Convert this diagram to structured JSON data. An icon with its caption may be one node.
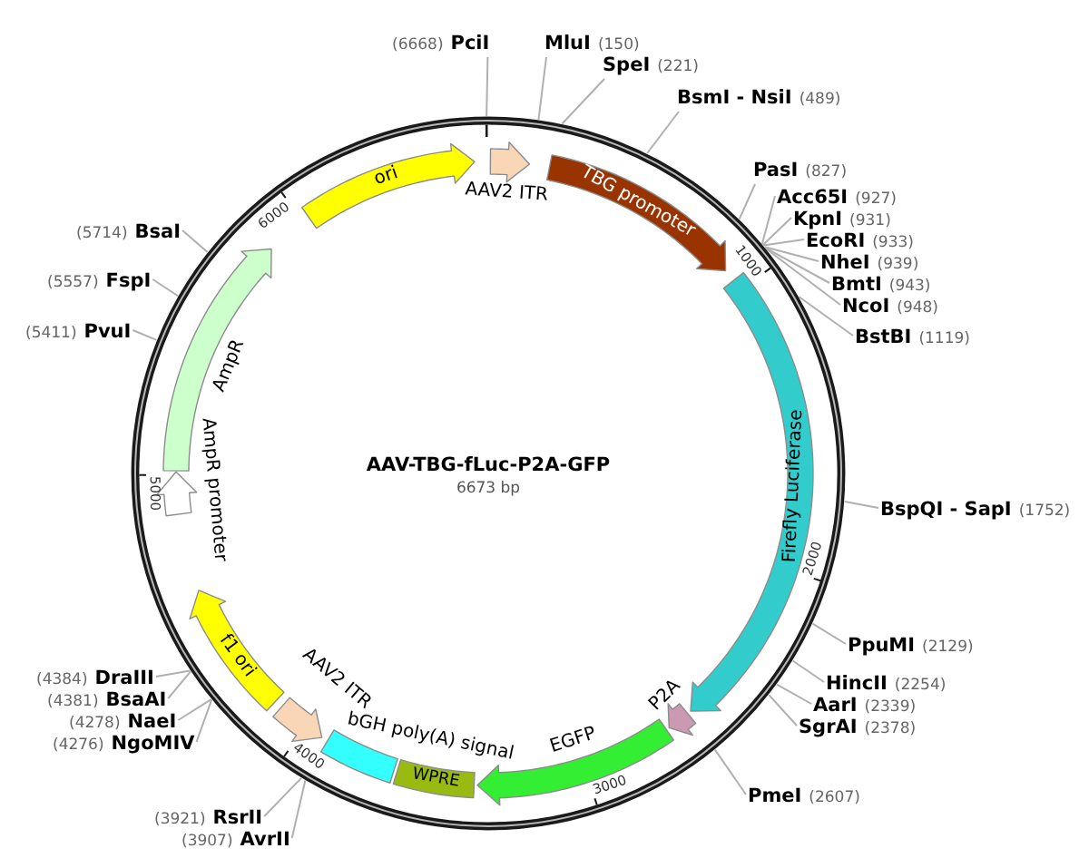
{
  "diagram": {
    "nodes": [
      {
        "text": [
          "AAV-TBG-fLuc-P2A-GFP",
          "6673 bp"
        ]
      },
      {
        "text": [],
        "shape": "arrow",
        "beside": [
          "AAV2 ITR"
        ],
        "in": 0
      },
      {
        "text": [
          "TBG promoter"
        ],
        "in": 0
      },
      {
        "text": [
          "Firefly Luciferase"
        ],
        "in": 0
      },
      {
        "text": [],
        "shape": "arrow",
        "beside": [
          "P2A"
        ],
        "in": 0
      },
      {
        "text": [],
        "shape": "arrow",
        "beside": [
          "EGFP"
        ],
        "in": 0
      },
      {
        "text": [
          "WPRE"
        ],
        "in": 0
      },
      {
        "text": [],
        "shape": "box",
        "beside": [
          "bGH poly(A) signal"
        ],
        "in": 0
      },
      {
        "text": [],
        "shape": "arrow",
        "beside": [
          "AAV2 ITR"
        ],
        "in": 0
      },
      {
        "text": [
          "f1 ori"
        ],
        "in": 0
      },
      {
        "text": [],
        "shape": "arrow",
        "beside": [
          "AmpR promoter"
        ],
        "in": 0
      },
      {
        "text": [],
        "shape": "arrow",
        "beside": [
          "AmpR"
        ],
        "in": 0
      },
      {
        "text": [
          "ori"
        ],
        "in": 0
      },
      {
        "text": [
          "(6668)",
          "PciI"
        ]
      },
      {
        "text": [
          "MluI",
          "(150)"
        ]
      },
      {
        "text": [
          "SpeI",
          "(221)"
        ]
      },
      {
        "text": [
          "BsmI - NsiI",
          "(489)"
        ]
      },
      {
        "text": [
          "PasI",
          "(827)"
        ]
      },
      {
        "text": [
          "Acc65I",
          "(927)"
        ]
      },
      {
        "text": [
          "KpnI",
          "(931)"
        ]
      },
      {
        "text": [
          "EcoRI",
          "(933)"
        ]
      },
      {
        "text": [
          "NheI",
          "(939)"
        ]
      },
      {
        "text": [
          "BmtI",
          "(943)"
        ]
      },
      {
        "text": [
          "NcoI",
          "(948)"
        ]
      },
      {
        "text": [
          "BstBI",
          "(1119)"
        ]
      },
      {
        "text": [
          "BspQI - SapI",
          "(1752)"
        ]
      },
      {
        "text": [
          "PpuMI",
          "(2129)"
        ]
      },
      {
        "text": [
          "HincII",
          "(2254)"
        ]
      },
      {
        "text": [
          "AarI",
          "(2339)"
        ]
      },
      {
        "text": [
          "SgrAI",
          "(2378)"
        ]
      },
      {
        "text": [
          "PmeI",
          "(2607)"
        ]
      },
      {
        "text": [
          "(3907)",
          "AvrII"
        ]
      },
      {
        "text": [
          "(3921)",
          "RsrII"
        ]
      },
      {
        "text": [
          "(4276)",
          "NgoMIV"
        ]
      },
      {
        "text": [
          "(4278)",
          "NaeI"
        ]
      },
      {
        "text": [
          "(4381)",
          "BsaAI"
        ]
      },
      {
        "text": [
          "(4384)",
          "DraIII"
        ]
      },
      {
        "text": [
          "(5411)",
          "PvuI"
        ]
      },
      {
        "text": [
          "(5557)",
          "FspI"
        ]
      },
      {
        "text": [
          "(5714)",
          "BsaI"
        ]
      }
    ],
    "edges": [
      {
        "from": 13,
        "to": 0,
        "arrow": "none"
      },
      {
        "from": 14,
        "to": 0,
        "arrow": "none"
      },
      {
        "from": 15,
        "to": 0,
        "arrow": "none"
      },
      {
        "from": 16,
        "to": 0,
        "arrow": "none"
      },
      {
        "from": 17,
        "to": 0,
        "arrow": "none"
      },
      {
        "from": 18,
        "to": 0,
        "arrow": "none"
      },
      {
        "from": 19,
        "to": 0,
        "arrow": "none"
      },
      {
        "from": 20,
        "to": 0,
        "arrow": "none"
      },
      {
        "from": 21,
        "to": 0,
        "arrow": "none"
      },
      {
        "from": 22,
        "to": 0,
        "arrow": "none"
      },
      {
        "from": 23,
        "to": 0,
        "arrow": "none"
      },
      {
        "from": 24,
        "to": 0,
        "arrow": "none"
      },
      {
        "from": 25,
        "to": 0,
        "arrow": "none"
      },
      {
        "from": 26,
        "to": 0,
        "arrow": "none"
      },
      {
        "from": 27,
        "to": 0,
        "arrow": "none"
      },
      {
        "from": 28,
        "to": 0,
        "arrow": "none"
      },
      {
        "from": 29,
        "to": 0,
        "arrow": "none"
      },
      {
        "from": 30,
        "to": 0,
        "arrow": "none"
      },
      {
        "from": 31,
        "to": 0,
        "arrow": "none"
      },
      {
        "from": 32,
        "to": 0,
        "arrow": "none"
      },
      {
        "from": 33,
        "to": 0,
        "arrow": "none"
      },
      {
        "from": 34,
        "to": 0,
        "arrow": "none"
      },
      {
        "from": 35,
        "to": 0,
        "arrow": "none"
      },
      {
        "from": 36,
        "to": 0,
        "arrow": "none"
      },
      {
        "from": 37,
        "to": 0,
        "arrow": "none"
      },
      {
        "from": 38,
        "to": 0,
        "arrow": "none"
      },
      {
        "from": 39,
        "to": 0,
        "arrow": "none"
      }
    ],
    "labels": [
      "1000",
      "2000",
      "3000",
      "4000",
      "5000",
      "6000"
    ]
  }
}
